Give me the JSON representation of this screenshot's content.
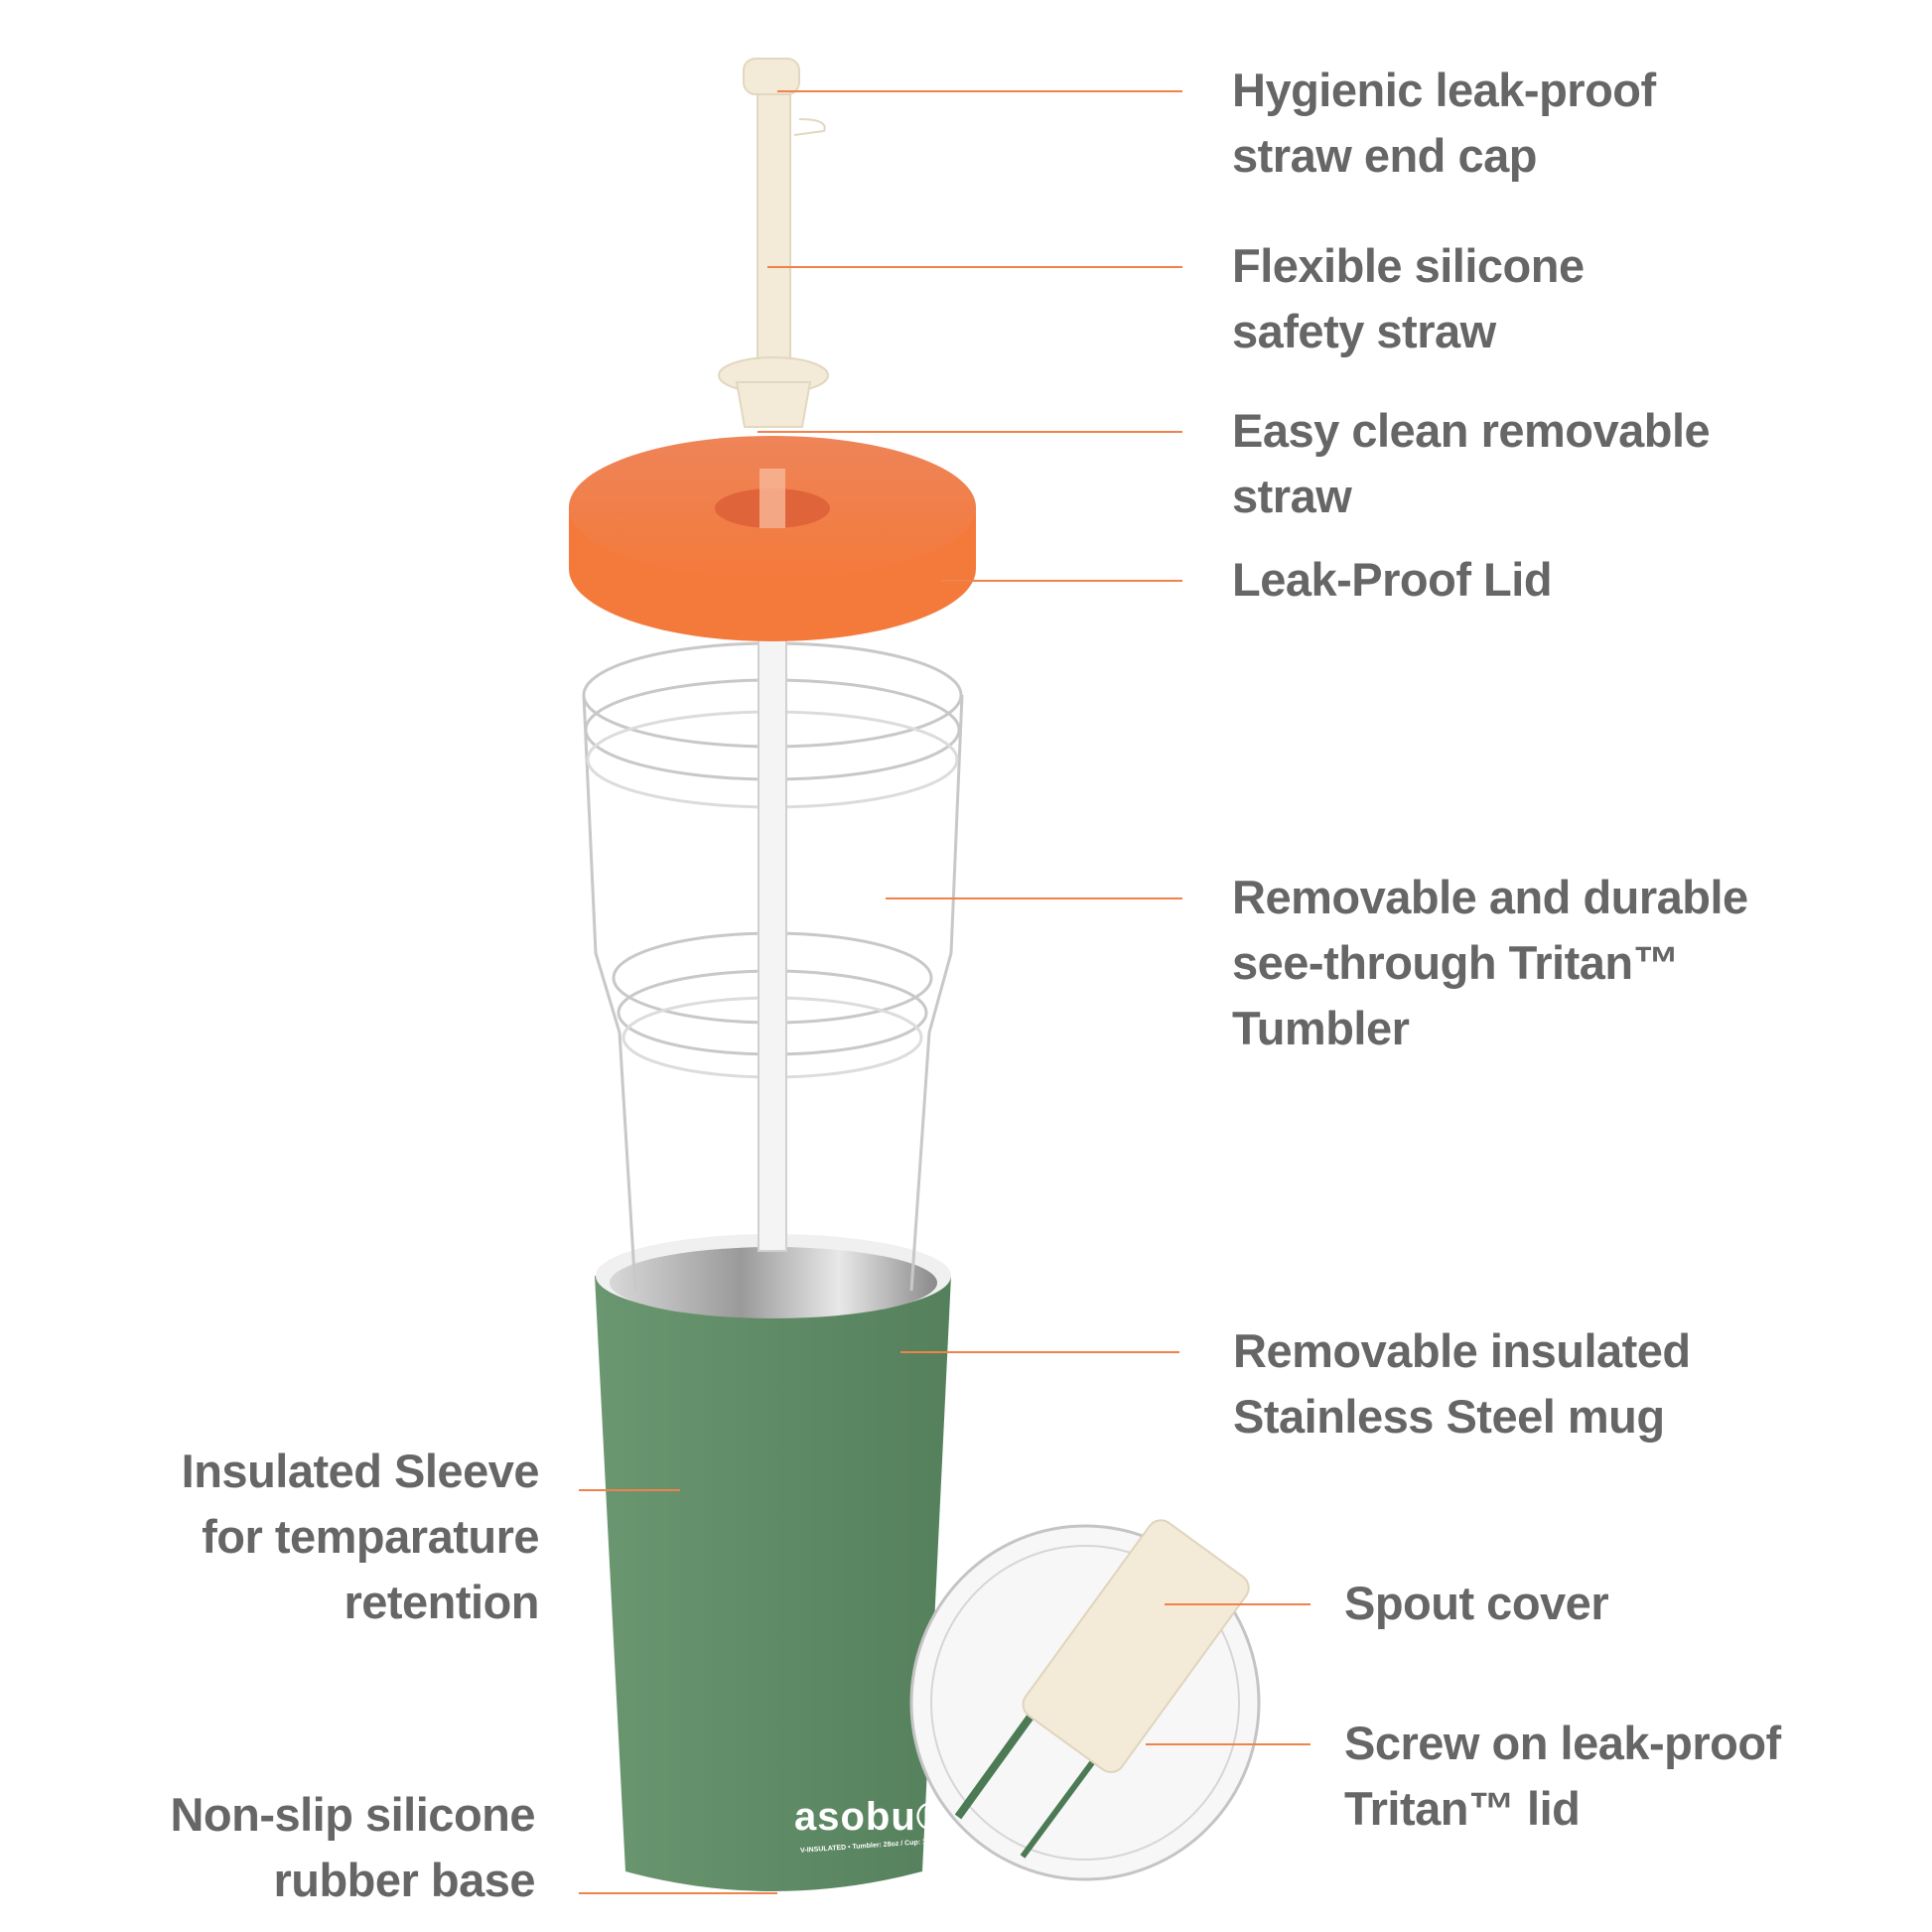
{
  "callouts": {
    "straw_end_cap": [
      "Hygienic leak-proof",
      "straw end cap"
    ],
    "silicone_straw": [
      "Flexible silicone",
      "safety straw"
    ],
    "removable_straw": [
      "Easy clean removable",
      "straw"
    ],
    "lid": [
      "Leak-Proof Lid"
    ],
    "tritan_tumbler": [
      "Removable and durable",
      "see-through Tritan™",
      "Tumbler"
    ],
    "steel_mug": [
      "Removable insulated",
      "Stainless Steel mug"
    ],
    "spout_cover": [
      "Spout cover"
    ],
    "screw_lid": [
      "Screw on leak-proof",
      "Tritan™ lid"
    ],
    "sleeve": [
      "Insulated Sleeve",
      "for temparature",
      "retention"
    ],
    "base": [
      "Non-slip silicone",
      "rubber base"
    ]
  },
  "product": {
    "brand": "asobu®",
    "print": "V-INSULATED • Tumbler: 28oz / Cup: 17oz"
  },
  "colors": {
    "text": "#666666",
    "leader": "#f0824a",
    "lid": "#f47a3c",
    "sleeve": "#5e8a66",
    "straw": "#f3ead8"
  }
}
